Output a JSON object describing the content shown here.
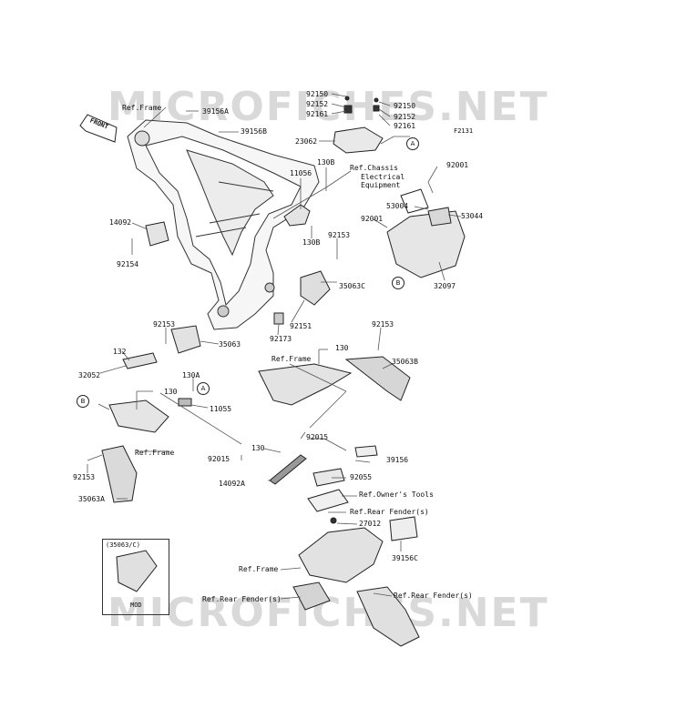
{
  "watermark": "MICROFICHES.NET",
  "diagram_code": "F2131",
  "front_label": "FRONT",
  "labels": [
    {
      "id": "ref-frame-top",
      "text": "Ref.Frame"
    },
    {
      "id": "39156A",
      "text": "39156A"
    },
    {
      "id": "39156B",
      "text": "39156B"
    },
    {
      "id": "92150a",
      "text": "92150"
    },
    {
      "id": "92152a",
      "text": "92152"
    },
    {
      "id": "92161a",
      "text": "92161"
    },
    {
      "id": "92150b",
      "text": "92150"
    },
    {
      "id": "92152b",
      "text": "92152"
    },
    {
      "id": "92161b",
      "text": "92161"
    },
    {
      "id": "23062",
      "text": "23062"
    },
    {
      "id": "130B-a",
      "text": "130B"
    },
    {
      "id": "11056",
      "text": "11056"
    },
    {
      "id": "ref-chassis-1",
      "text": "Ref.Chassis"
    },
    {
      "id": "ref-chassis-2",
      "text": "Electrical"
    },
    {
      "id": "ref-chassis-3",
      "text": "Equipment"
    },
    {
      "id": "92001a",
      "text": "92001"
    },
    {
      "id": "53004",
      "text": "53004"
    },
    {
      "id": "53044",
      "text": "53044"
    },
    {
      "id": "92001b",
      "text": "92001"
    },
    {
      "id": "14092",
      "text": "14092"
    },
    {
      "id": "130B-b",
      "text": "130B"
    },
    {
      "id": "92153a",
      "text": "92153"
    },
    {
      "id": "92154",
      "text": "92154"
    },
    {
      "id": "35063C",
      "text": "35063C"
    },
    {
      "id": "32097",
      "text": "32097"
    },
    {
      "id": "92151",
      "text": "92151"
    },
    {
      "id": "92173",
      "text": "92173"
    },
    {
      "id": "92153b",
      "text": "92153"
    },
    {
      "id": "35063",
      "text": "35063"
    },
    {
      "id": "92153c",
      "text": "92153"
    },
    {
      "id": "132",
      "text": "132"
    },
    {
      "id": "130a",
      "text": "130"
    },
    {
      "id": "ref-frame-mid",
      "text": "Ref.Frame"
    },
    {
      "id": "35063B",
      "text": "35063B"
    },
    {
      "id": "32052",
      "text": "32052"
    },
    {
      "id": "130A",
      "text": "130A"
    },
    {
      "id": "130b",
      "text": "130"
    },
    {
      "id": "11055",
      "text": "11055"
    },
    {
      "id": "92015a",
      "text": "92015"
    },
    {
      "id": "ref-frame-left",
      "text": "Ref.Frame"
    },
    {
      "id": "130c",
      "text": "130"
    },
    {
      "id": "39156",
      "text": "39156"
    },
    {
      "id": "92015b",
      "text": "92015"
    },
    {
      "id": "92153d",
      "text": "92153"
    },
    {
      "id": "14092A",
      "text": "14092A"
    },
    {
      "id": "92055",
      "text": "92055"
    },
    {
      "id": "ref-tools",
      "text": "Ref.Owner's Tools"
    },
    {
      "id": "35063A",
      "text": "35063A"
    },
    {
      "id": "ref-rear-1",
      "text": "Ref.Rear Fender(s)"
    },
    {
      "id": "27012",
      "text": "27012"
    },
    {
      "id": "39156C",
      "text": "39156C"
    },
    {
      "id": "ref-frame-bottom",
      "text": "Ref.Frame"
    },
    {
      "id": "ref-rear-2",
      "text": "Ref.Rear Fender(s)"
    },
    {
      "id": "ref-rear-3",
      "text": "Ref.Rear Fender(s)"
    }
  ],
  "callouts": {
    "A1": "A",
    "A2": "A",
    "B1": "B",
    "B2": "B"
  },
  "inset": {
    "title": "(35063/C)",
    "note": "MOD"
  }
}
